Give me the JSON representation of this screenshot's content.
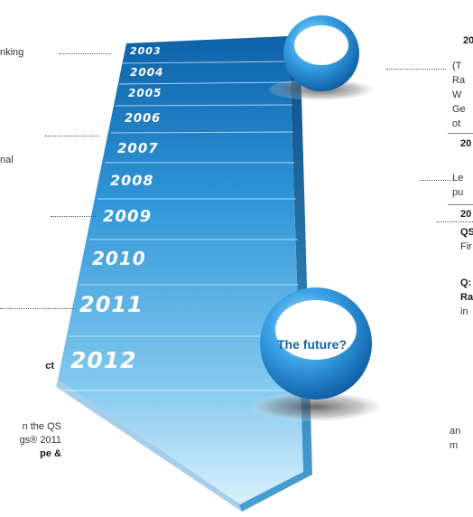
{
  "timeline": {
    "years": [
      "2003",
      "2004",
      "2005",
      "2006",
      "2007",
      "2008",
      "2009",
      "2010",
      "2011",
      "2012"
    ]
  },
  "left_notes": [
    "nking",
    "nal",
    "ct",
    "n the QS",
    "gs® 2011",
    "pe &"
  ],
  "right_notes": [
    {
      "head": "20",
      "lines": [
        "(T",
        "Ra",
        "W",
        "Ge",
        "ot"
      ]
    },
    {
      "head": "20",
      "lines": [
        "Le",
        "pu"
      ]
    },
    {
      "head": "20",
      "lines": [
        "QS",
        "Fir",
        "Q:",
        "Ra",
        "in"
      ]
    }
  ],
  "right_tail": [
    "an",
    "m"
  ],
  "sphere": {
    "label": "The future?"
  },
  "colors": {
    "arrow_light": "#cfe9f8",
    "arrow_mid": "#4fb0e6",
    "arrow_dark": "#1b78b8",
    "sphere": "#2a8fd6",
    "accent": "#1565a8"
  }
}
